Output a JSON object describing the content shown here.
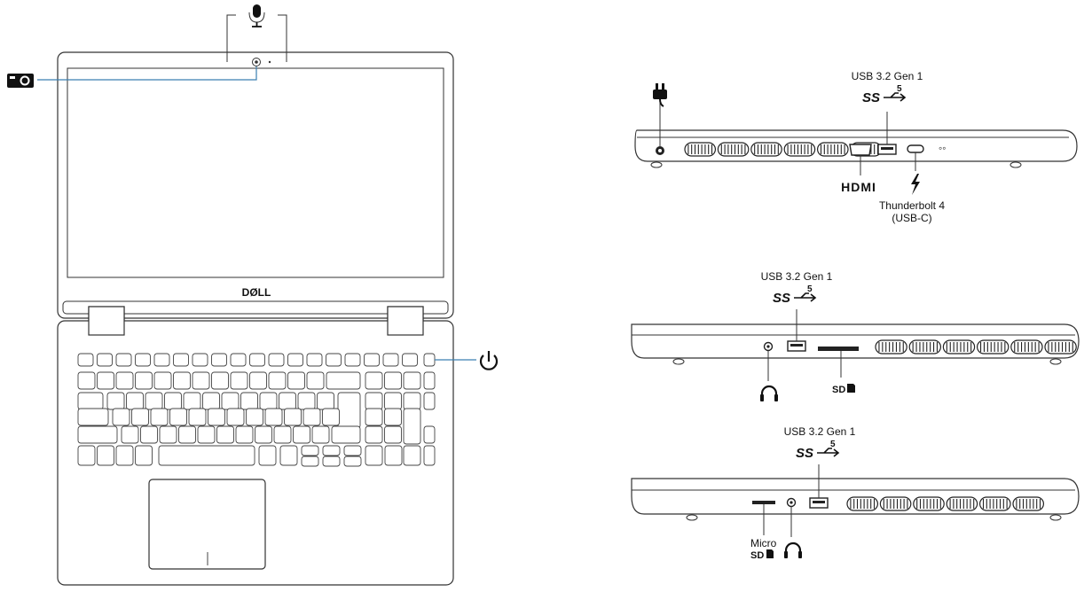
{
  "diagram": {
    "top_view": {
      "brand_logo": "DØLL"
    },
    "left_side": {
      "usb_label": "USB 3.2 Gen 1",
      "usb_mark": "SS",
      "usb_sup": "5",
      "hdmi_label": "HDMI",
      "thunderbolt_label": "Thunderbolt 4",
      "thunderbolt_sub": "(USB-C)"
    },
    "right_side_1": {
      "usb_label": "USB 3.2 Gen 1",
      "usb_mark": "SS",
      "usb_sup": "5",
      "sd_label": "SD"
    },
    "right_side_2": {
      "usb_label": "USB 3.2 Gen 1",
      "usb_mark": "SS",
      "usb_sup": "5",
      "micro_label": "Micro",
      "sd_label": "SD"
    }
  }
}
